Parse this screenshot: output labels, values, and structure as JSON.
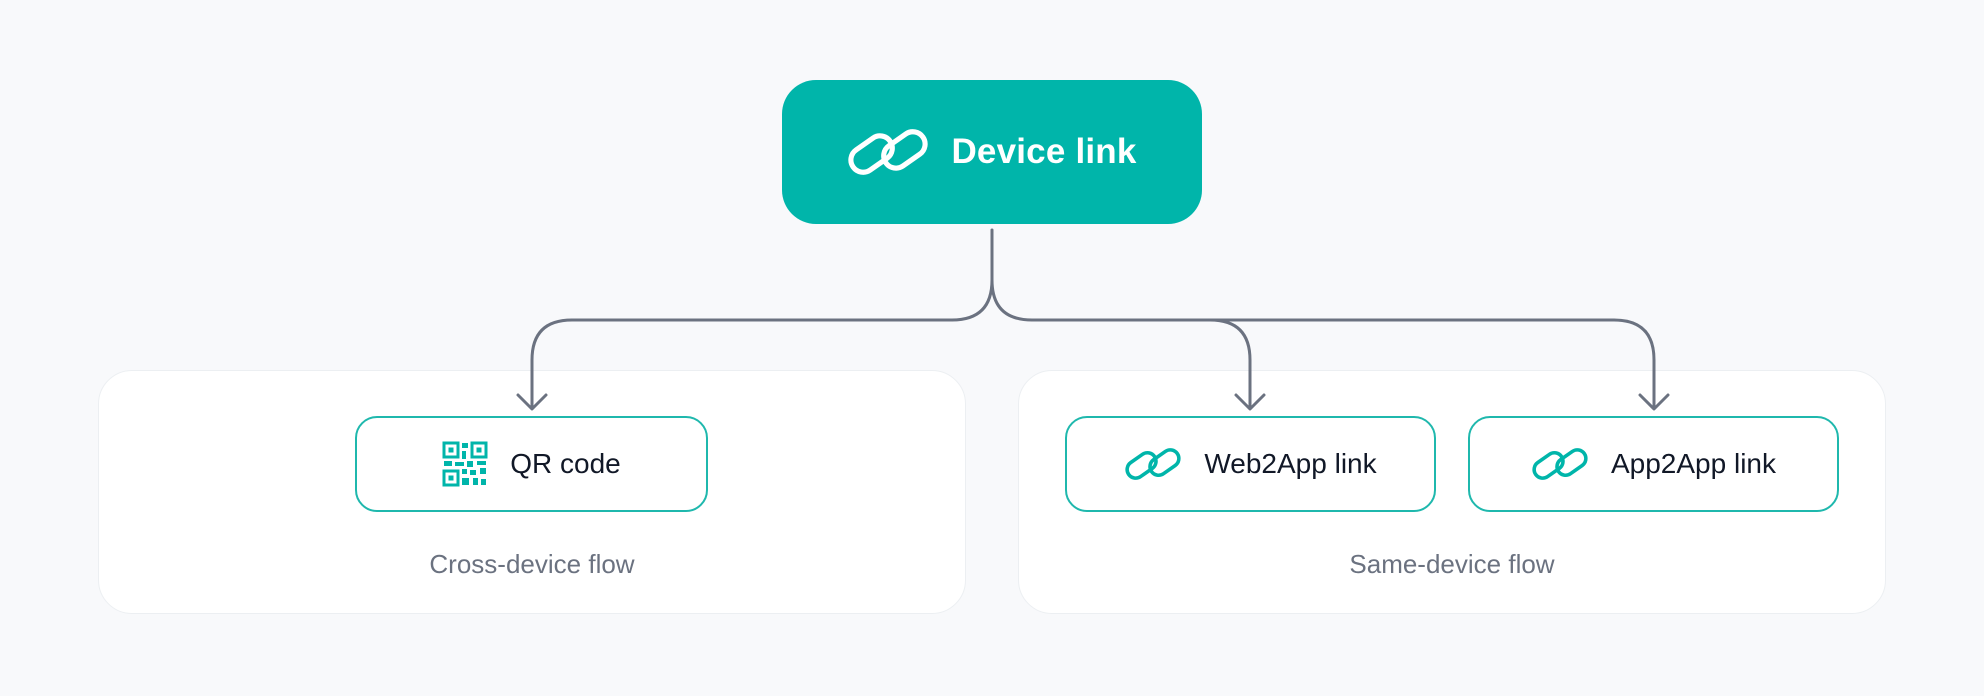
{
  "root": {
    "label": "Device link",
    "icon": "link-icon",
    "color": "#00b5aa"
  },
  "groups": [
    {
      "label": "Cross-device flow",
      "children": [
        {
          "label": "QR code",
          "icon": "qr-code-icon"
        }
      ]
    },
    {
      "label": "Same-device flow",
      "children": [
        {
          "label": "Web2App link",
          "icon": "link-icon"
        },
        {
          "label": "App2App link",
          "icon": "link-icon"
        }
      ]
    }
  ],
  "colors": {
    "accent": "#00b5aa",
    "connector": "#6b7280",
    "muted_text": "#6b7280",
    "background": "#f8f9fb"
  }
}
